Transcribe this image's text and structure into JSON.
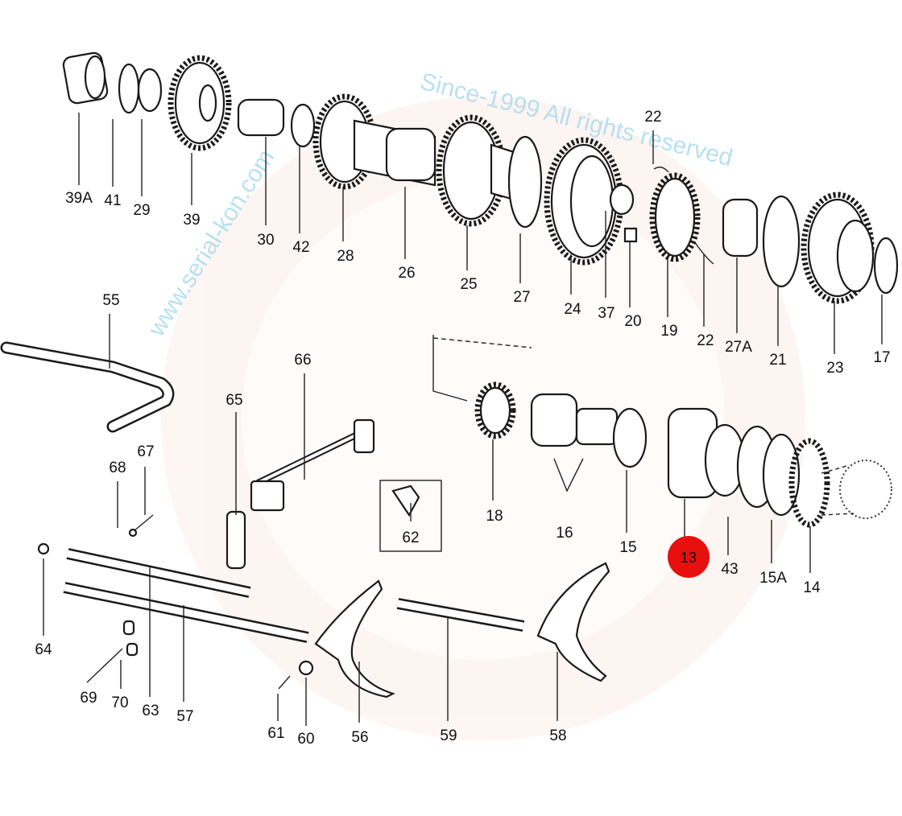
{
  "watermark": {
    "line1": "Since-1999 All rights reserved",
    "line2": "www.serial-kon.com"
  },
  "highlight_color": "#e8100f",
  "highlighted_part": "13",
  "labels": {
    "p39A": "39A",
    "p41": "41",
    "p29": "29",
    "p39": "39",
    "p30": "30",
    "p42": "42",
    "p28": "28",
    "p26": "26",
    "p25": "25",
    "p27": "27",
    "p24": "24",
    "p37": "37",
    "p20": "20",
    "p19": "19",
    "p22a": "22",
    "p22b": "22",
    "p27A": "27A",
    "p21": "21",
    "p23": "23",
    "p17": "17",
    "p55": "55",
    "p66": "66",
    "p65": "65",
    "p67": "67",
    "p68": "68",
    "p62": "62",
    "p18": "18",
    "p16": "16",
    "p15": "15",
    "p13": "13",
    "p43": "43",
    "p15A": "15A",
    "p14": "14",
    "p64": "64",
    "p69": "69",
    "p70": "70",
    "p63": "63",
    "p57": "57",
    "p61": "61",
    "p60": "60",
    "p56": "56",
    "p59": "59",
    "p58": "58"
  }
}
